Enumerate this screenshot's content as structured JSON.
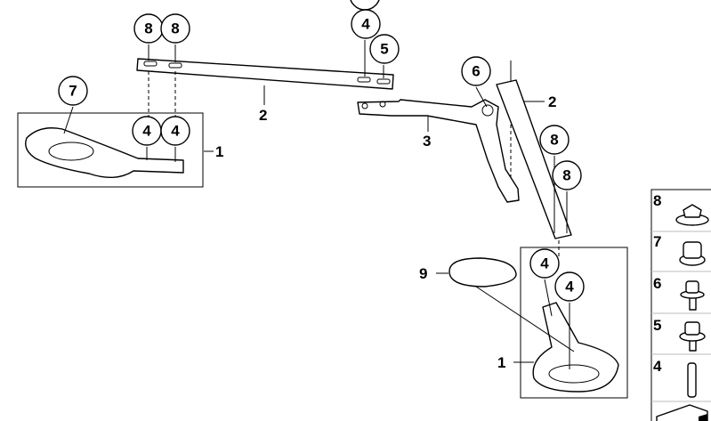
{
  "callouts": {
    "c8a": "8",
    "c8b": "8",
    "c4top": "4",
    "c5": "5",
    "c6": "6",
    "c7": "7",
    "c4a": "4",
    "c4b": "4",
    "c8c": "8",
    "c8d": "8",
    "c4c": "4",
    "c4d": "4"
  },
  "labels": {
    "l2a": "2",
    "l2b": "2",
    "l1a": "1",
    "l1b": "1",
    "l3": "3",
    "l9": "9"
  },
  "legend": [
    "8",
    "7",
    "6",
    "5",
    "4"
  ]
}
